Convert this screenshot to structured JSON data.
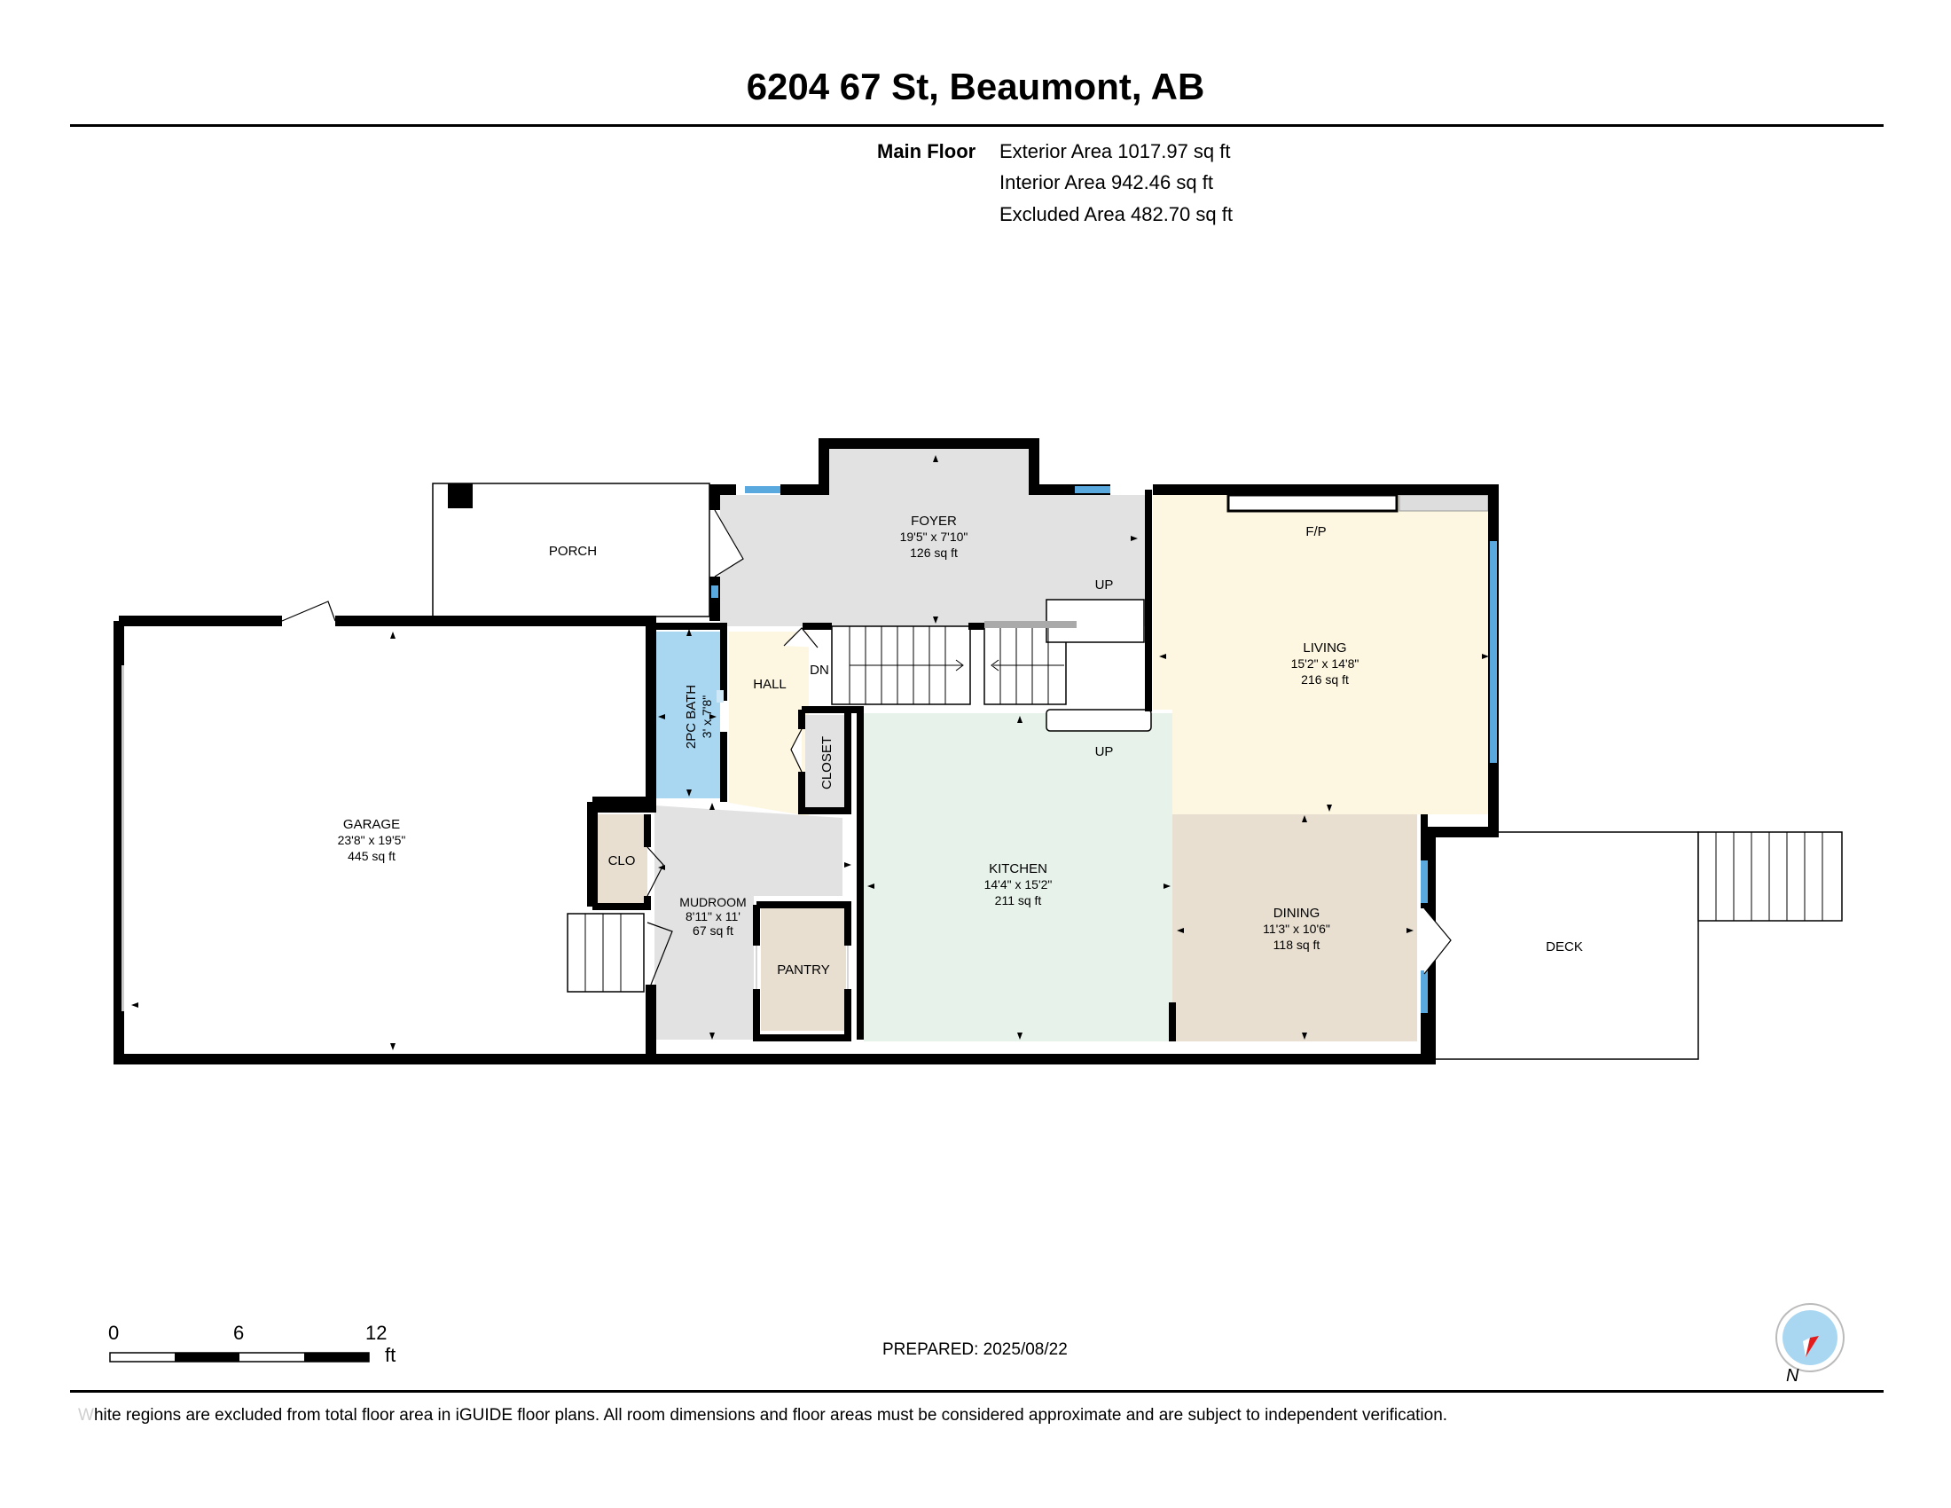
{
  "header": {
    "title": "6204 67 St, Beaumont, AB"
  },
  "floor_summary": {
    "floor_name": "Main Floor",
    "exterior_area": "Exterior Area 1017.97 sq ft",
    "interior_area": "Interior Area 942.46 sq ft",
    "excluded_area": "Excluded Area 482.70 sq ft"
  },
  "rooms": {
    "foyer": {
      "name": "FOYER",
      "dims": "19'5\" x 7'10\"",
      "area": "126 sq ft"
    },
    "porch": {
      "name": "PORCH"
    },
    "living": {
      "name": "LIVING",
      "dims": "15'2\" x 14'8\"",
      "area": "216 sq ft"
    },
    "fireplace": {
      "name": "F/P"
    },
    "garage": {
      "name": "GARAGE",
      "dims": "23'8\" x 19'5\"",
      "area": "445 sq ft"
    },
    "bath": {
      "name": "2PC BATH",
      "dims": "3' x 7'8\""
    },
    "hall": {
      "name": "HALL"
    },
    "closet": {
      "name": "CLOSET"
    },
    "clo": {
      "name": "CLO"
    },
    "mudroom": {
      "name": "MUDROOM",
      "dims": "8'11\" x 11'",
      "area": "67 sq ft"
    },
    "pantry": {
      "name": "PANTRY"
    },
    "kitchen": {
      "name": "KITCHEN",
      "dims": "14'4\" x 15'2\"",
      "area": "211 sq ft"
    },
    "dining": {
      "name": "DINING",
      "dims": "11'3\" x 10'6\"",
      "area": "118 sq ft"
    },
    "deck": {
      "name": "DECK"
    }
  },
  "stairs": {
    "up_top": "UP",
    "up_bottom": "UP",
    "down": "DN"
  },
  "scale": {
    "ticks": [
      "0",
      "6",
      "12"
    ],
    "unit": "ft"
  },
  "prepared": "PREPARED: 2025/08/22",
  "footer": {
    "faded_prefix": "W",
    "text": "hite regions are excluded from total floor area in iGUIDE floor plans. All room dimensions and floor areas must be considered approximate and are subject to independent verification."
  },
  "compass": {
    "north_label": "N",
    "needle_color": "#e31b1b",
    "dial_color": "#a9d7f2"
  },
  "colors": {
    "foyer": "#e2e2e2",
    "living": "#fdf6e0",
    "hall": "#fdf6e0",
    "kitchen": "#e6f2ea",
    "dining": "#e8dfd0",
    "pantry": "#e8dfd0",
    "clo": "#e8dfd0",
    "bath": "#a9d7f2",
    "mudroom": "#e2e2e2",
    "window": "#5aa9de"
  }
}
